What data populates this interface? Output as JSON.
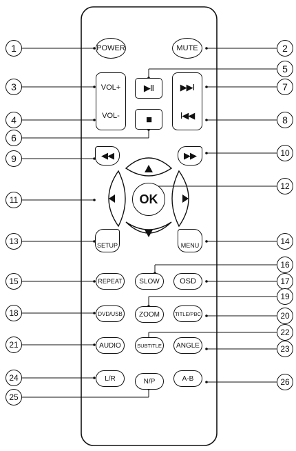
{
  "buttons": {
    "power": "POWER",
    "mute": "MUTE",
    "vol_plus": "VOL+",
    "vol_minus": "VOL-",
    "play_pause": "▶II",
    "stop": "■",
    "next": "▶▶I",
    "prev": "I◀◀",
    "rewind": "◀◀",
    "fast_forward": "▶▶",
    "up": "▲",
    "down": "▼",
    "left": "◀",
    "right": "▶",
    "ok": "OK",
    "setup": "SETUP",
    "menu": "MENU",
    "repeat": "REPEAT",
    "slow": "SLOW",
    "osd": "OSD",
    "dvd_usb": "DVD/USB",
    "zoom": "ZOOM",
    "title_pbc": "TITLE/PBC",
    "audio": "AUDIO",
    "subtitle": "SUBTITLE",
    "angle": "ANGLE",
    "lr": "L/R",
    "np": "N/P",
    "ab": "A-B"
  },
  "callouts": {
    "n1": "1",
    "n2": "2",
    "n3": "3",
    "n4": "4",
    "n5": "5",
    "n6": "6",
    "n7": "7",
    "n8": "8",
    "n9": "9",
    "n10": "10",
    "n11": "11",
    "n12": "12",
    "n13": "13",
    "n14": "14",
    "n15": "15",
    "n16": "16",
    "n17": "17",
    "n18": "18",
    "n19": "19",
    "n20": "20",
    "n21": "21",
    "n22": "22",
    "n23": "23",
    "n24": "24",
    "n25": "25",
    "n26": "26"
  }
}
